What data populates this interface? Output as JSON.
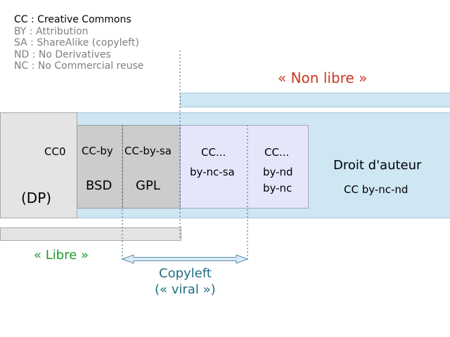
{
  "legend": [
    "CC : Creative Commons",
    "BY : Attribution",
    "SA : ShareAlike (copyleft)",
    "ND : No Derivatives",
    "NC : No Commercial reuse"
  ],
  "non_libre": "« Non libre »",
  "libre": "« Libre »",
  "dp": {
    "cc0": "CC0",
    "dp": "(DP)"
  },
  "ccby": {
    "label": "CC-by",
    "license": "BSD"
  },
  "ccbysa": {
    "label": "CC-by-sa",
    "license": "GPL"
  },
  "nc": {
    "col1_top": "CC...",
    "col1_sub": "by-nc-sa",
    "col2_top": "CC...",
    "col2_l1": "by-nd",
    "col2_l2": "by-nc"
  },
  "droit": {
    "title": "Droit d'auteur",
    "sub": "CC by-nc-nd"
  },
  "copyleft": {
    "l1": "Copyleft",
    "l2": "(« viral »)"
  },
  "colors": {
    "non_libre": "#c8381f",
    "libre": "#1f9a2b",
    "copyleft": "#1f6f80",
    "band_blue": "#cfe6f3",
    "grey_box": "#cccccc",
    "lavender": "#e6e6fb"
  }
}
